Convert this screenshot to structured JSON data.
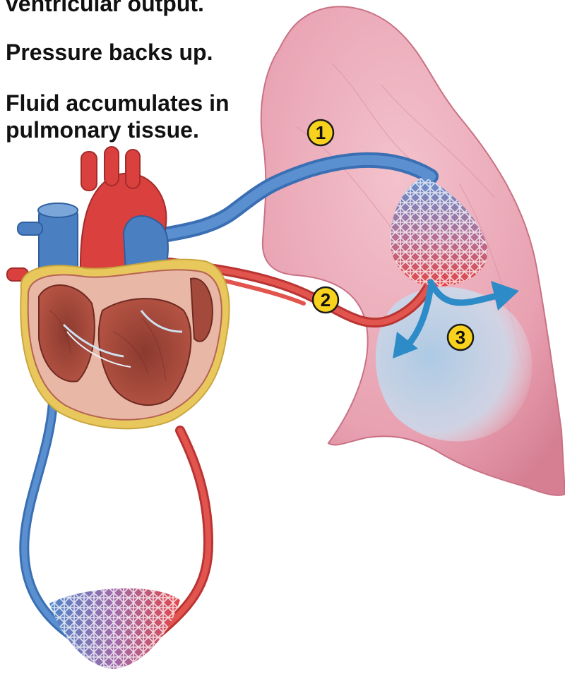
{
  "captions": {
    "step_1": "ventricular output.",
    "step_2": "Pressure backs up.",
    "step_3": "Fluid accumulates in pulmonary tissue."
  },
  "markers": [
    "1",
    "2",
    "3"
  ],
  "colors": {
    "lung": "#e9a3b2",
    "vein_blue": "#4a7fc1",
    "artery_red": "#d9403e",
    "fluid": "#bcd8ec",
    "marker_fill": "#f8d21c",
    "heart_muscle": "#c74a3f",
    "fat": "#e8c85c"
  }
}
